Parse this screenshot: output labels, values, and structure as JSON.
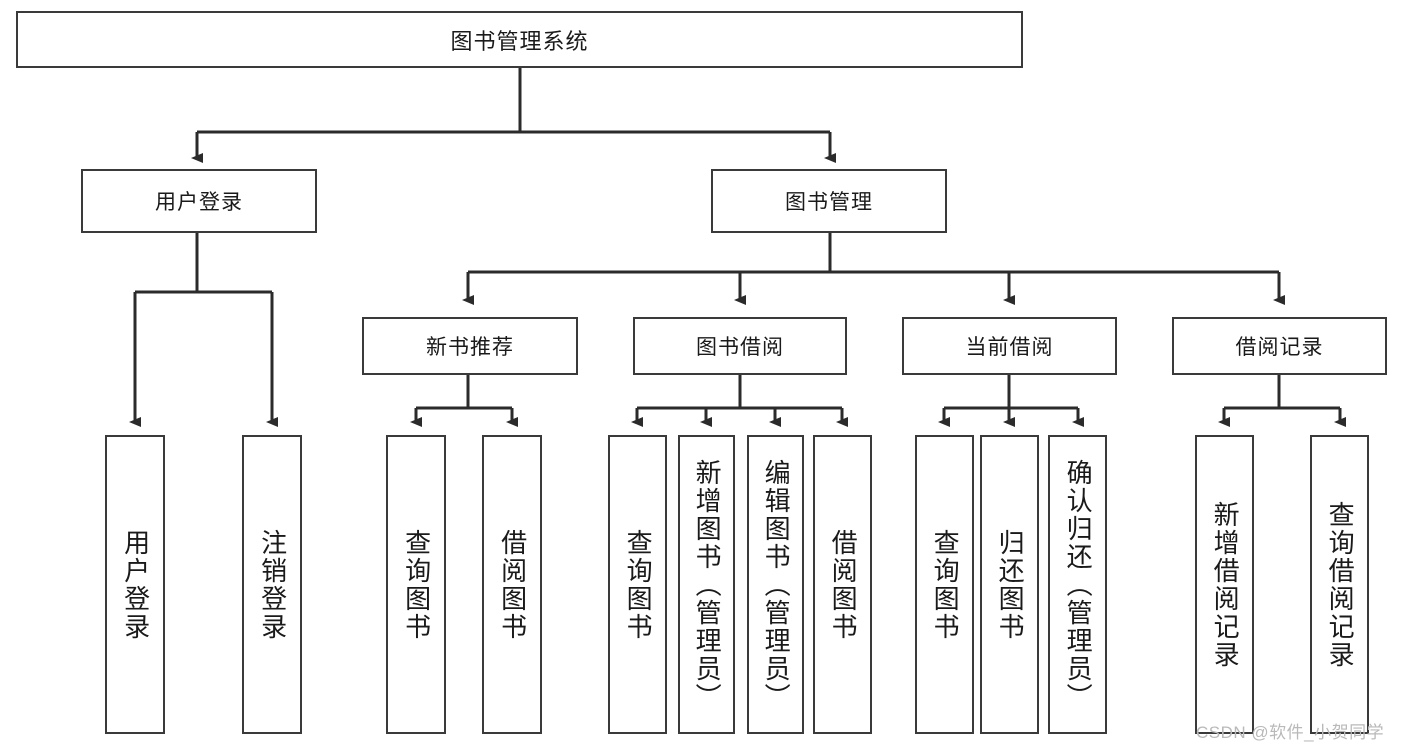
{
  "diagram": {
    "type": "tree-hierarchy",
    "title": "图书管理系统",
    "colors": {
      "box_border": "#3a3a3a",
      "box_fill": "#ffffff",
      "edge": "#2b2b2b",
      "text": "#1a1a1a",
      "watermark": "#b9b9b9"
    },
    "root": {
      "label": "图书管理系统"
    },
    "level2": [
      {
        "label": "用户登录"
      },
      {
        "label": "图书管理"
      }
    ],
    "level3": [
      {
        "label": "新书推荐"
      },
      {
        "label": "图书借阅"
      },
      {
        "label": "当前借阅"
      },
      {
        "label": "借阅记录"
      }
    ],
    "leaves": {
      "user_login": [
        {
          "label": "用户登录"
        },
        {
          "label": "注销登录"
        }
      ],
      "new_book_recommend": [
        {
          "label": "查询图书"
        },
        {
          "label": "借阅图书"
        }
      ],
      "book_borrow": [
        {
          "label": "查询图书"
        },
        {
          "label": "新增图书（管理员）"
        },
        {
          "label": "编辑图书（管理员）"
        },
        {
          "label": "借阅图书"
        }
      ],
      "current_borrow": [
        {
          "label": "查询图书"
        },
        {
          "label": "归还图书"
        },
        {
          "label": "确认归还（管理员）"
        }
      ],
      "borrow_record": [
        {
          "label": "新增借阅记录"
        },
        {
          "label": "查询借阅记录"
        }
      ]
    }
  },
  "watermark": {
    "text": "CSDN @软件_小贺同学"
  }
}
